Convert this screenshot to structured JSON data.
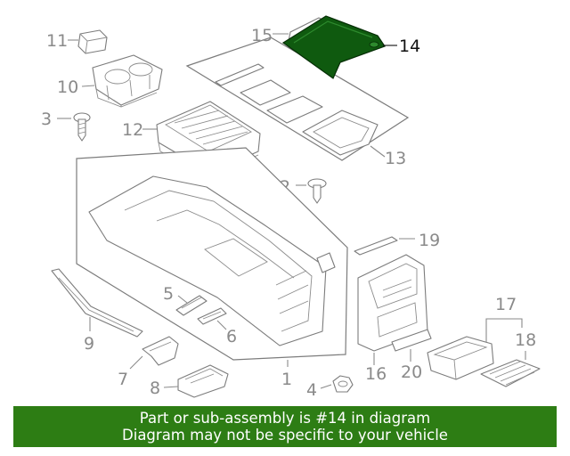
{
  "diagram": {
    "highlight_color": "#0f5a0f",
    "callouts": {
      "c1": "1",
      "c2": "2",
      "c3": "3",
      "c4": "4",
      "c5": "5",
      "c6": "6",
      "c7": "7",
      "c8": "8",
      "c9": "9",
      "c10": "10",
      "c11": "11",
      "c12": "12",
      "c13": "13",
      "c14": "14",
      "c15": "15",
      "c16": "16",
      "c17": "17",
      "c18": "18",
      "c19": "19",
      "c20": "20"
    },
    "highlighted_part": "14"
  },
  "banner": {
    "line1": "Part or sub-assembly is #14 in diagram",
    "line2": "Diagram may not be specific to your vehicle",
    "background": "#2d7d14"
  }
}
